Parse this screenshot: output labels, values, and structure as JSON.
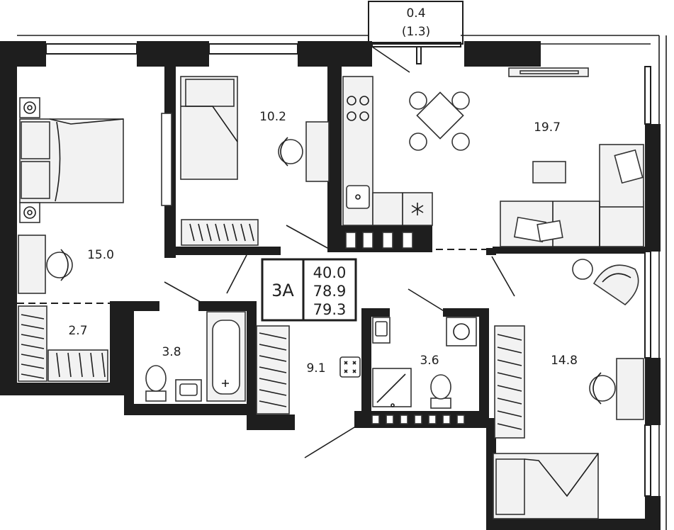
{
  "apartment": {
    "type_code": "3А",
    "living_area": "40.0",
    "total_area": "78.9",
    "total_area_with_balcony": "79.3"
  },
  "balcony": {
    "area": "0.4",
    "area_reduced": "(1.3)"
  },
  "rooms": {
    "bedroom_left": "15.0",
    "bedroom_small": "10.2",
    "kitchen_living": "19.7",
    "wardrobe": "2.7",
    "bathroom": "3.8",
    "hallway": "9.1",
    "toilet": "3.6",
    "bedroom_right": "14.8"
  }
}
